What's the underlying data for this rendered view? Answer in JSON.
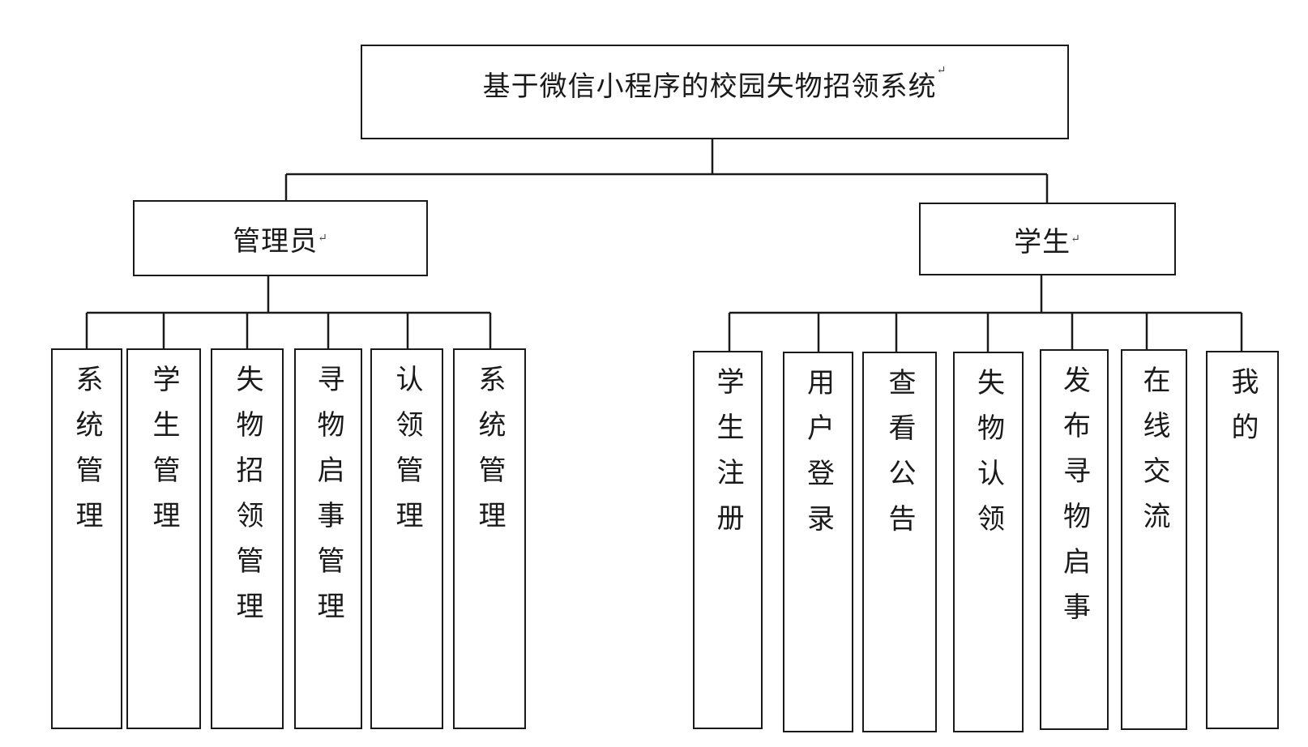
{
  "root": {
    "label": "基于微信小程序的校园失物招领系统"
  },
  "groups": [
    {
      "label": "管理员",
      "modules": [
        "系统管理",
        "学生管理",
        "失物招领管理",
        "寻物启事管理",
        "认领管理",
        "系统管理"
      ]
    },
    {
      "label": "学生",
      "modules": [
        "学生注册",
        "用户登录",
        "查看公告",
        "失物认领",
        "发布寻物启事",
        "在线交流",
        "我的"
      ]
    }
  ],
  "paragraph_mark": "↵"
}
